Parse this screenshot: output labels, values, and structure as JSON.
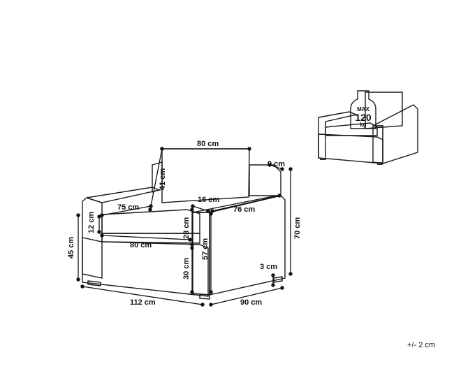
{
  "dimensions": {
    "backrest_width": "80 cm",
    "backrest_height": "41 cm",
    "armrest_width": "9 cm",
    "armrest_inner_depth": "16 cm",
    "armrest_length": "76 cm",
    "seat_depth": "75 cm",
    "cushion_thickness": "12 cm",
    "seat_width": "80 cm",
    "seat_height": "45 cm",
    "armrest_above_seat": "28 cm",
    "side_height": "57 cm",
    "total_height": "70 cm",
    "base_height": "30 cm",
    "leg_height": "3 cm",
    "total_width": "112 cm",
    "total_depth": "90 cm"
  },
  "max_load": {
    "label": "MAX",
    "value": "120",
    "unit": "kg"
  },
  "tolerance": "+/- 2 cm",
  "colors": {
    "stroke": "#1a1a1a",
    "wicker": "#555555",
    "background": "#ffffff"
  }
}
